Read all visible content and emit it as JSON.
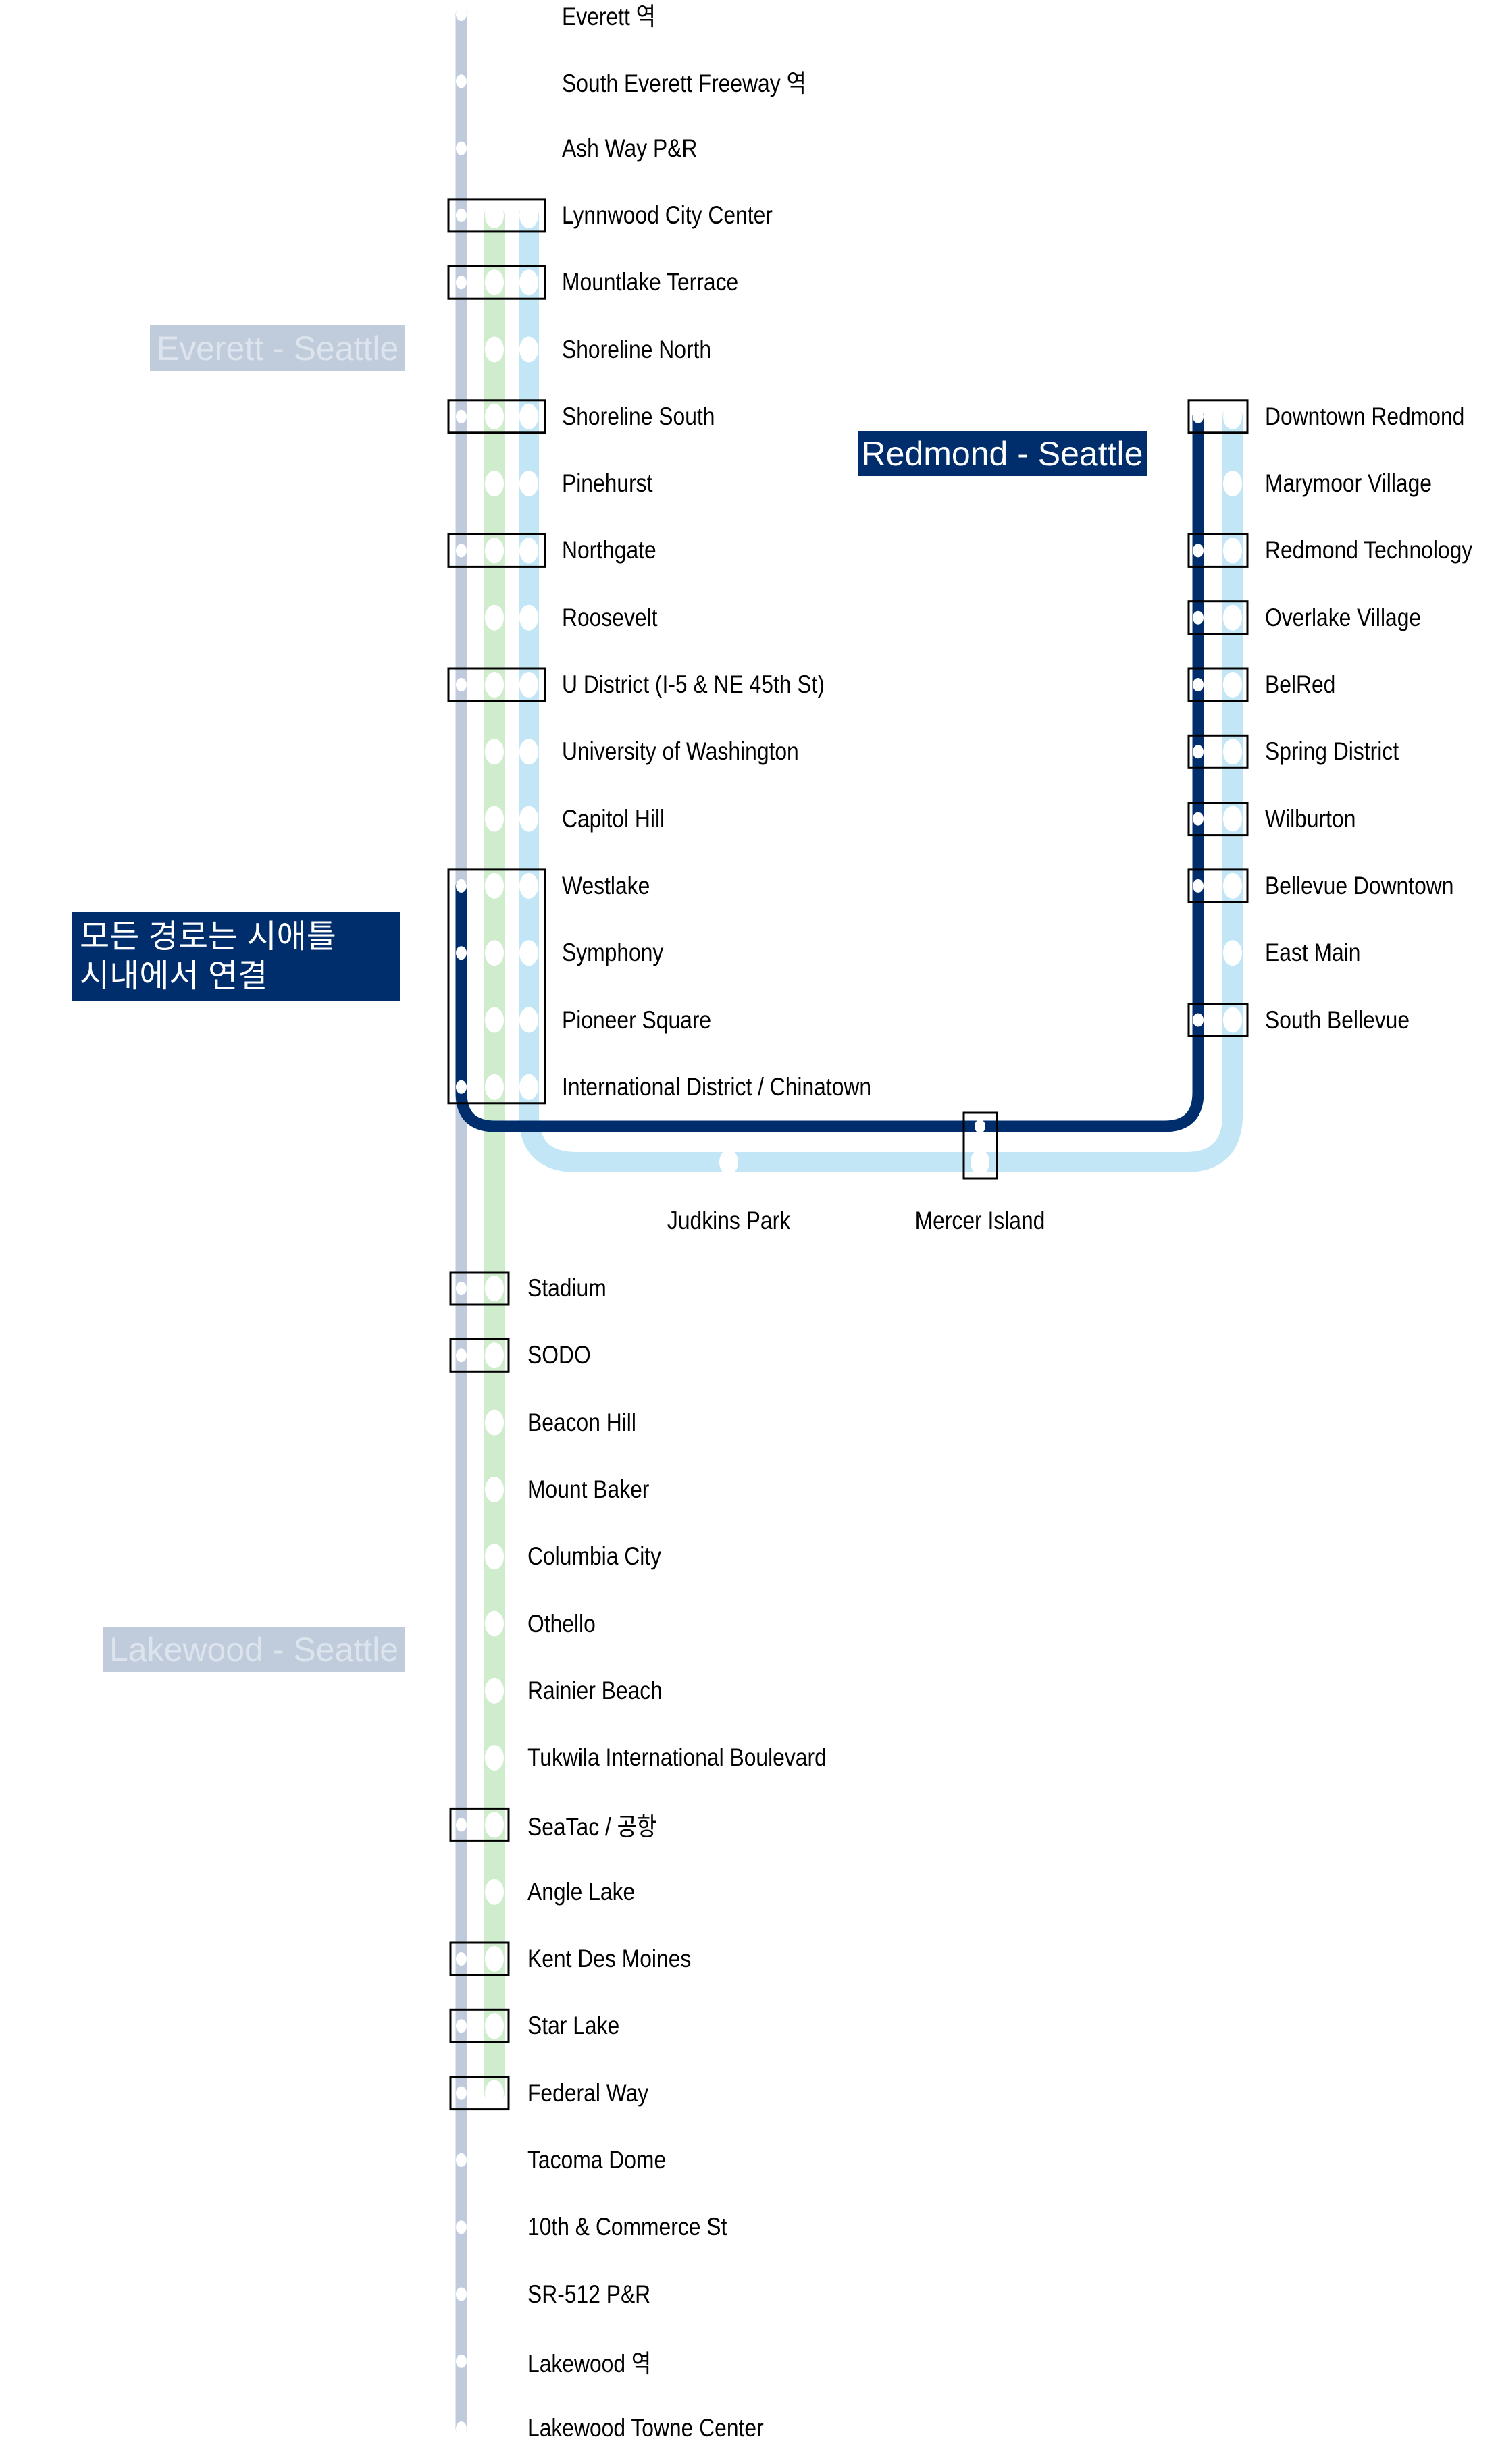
{
  "colors": {
    "everett_lakewood_line": "#bfcbdc",
    "green_line": "#cfeccd",
    "redmond_light_line": "#c2e6f6",
    "redmond_navy_line": "#002d6c",
    "station_dot": "#ffffff",
    "transfer_box": "#000000"
  },
  "route_labels": {
    "everett_seattle": "Everett - Seattle",
    "redmond_seattle": "Redmond - Seattle",
    "lakewood_seattle": "Lakewood - Seattle",
    "downtown_note_line1": "모든 경로는 시애틀",
    "downtown_note_line2": "시내에서 연결"
  },
  "north_stations": [
    {
      "name": "Everett 역",
      "lines": [
        "slate"
      ],
      "transfer": false
    },
    {
      "name": "South Everett Freeway 역",
      "lines": [
        "slate"
      ],
      "transfer": false
    },
    {
      "name": "Ash Way P&R",
      "lines": [
        "slate"
      ],
      "transfer": false
    },
    {
      "name": "Lynnwood City Center",
      "lines": [
        "slate",
        "green",
        "light"
      ],
      "transfer": true
    },
    {
      "name": "Mountlake Terrace",
      "lines": [
        "slate",
        "green",
        "light"
      ],
      "transfer": true
    },
    {
      "name": "Shoreline North",
      "lines": [
        "green",
        "light"
      ],
      "transfer": false
    },
    {
      "name": "Shoreline South",
      "lines": [
        "slate",
        "green",
        "light"
      ],
      "transfer": true
    },
    {
      "name": "Pinehurst",
      "lines": [
        "green",
        "light"
      ],
      "transfer": false
    },
    {
      "name": "Northgate",
      "lines": [
        "slate",
        "green",
        "light"
      ],
      "transfer": true
    },
    {
      "name": "Roosevelt",
      "lines": [
        "green",
        "light"
      ],
      "transfer": false
    },
    {
      "name": "U District (I-5 & NE 45th St)",
      "lines": [
        "slate",
        "green",
        "light"
      ],
      "transfer": true
    },
    {
      "name": "University of Washington",
      "lines": [
        "green",
        "light"
      ],
      "transfer": false
    },
    {
      "name": "Capitol Hill",
      "lines": [
        "green",
        "light"
      ],
      "transfer": false
    },
    {
      "name": "Westlake",
      "lines": [
        "navy",
        "green",
        "light"
      ],
      "transfer": true
    },
    {
      "name": "Symphony",
      "lines": [
        "navy",
        "green",
        "light"
      ],
      "transfer": true
    },
    {
      "name": "Pioneer Square",
      "lines": [
        "green",
        "light"
      ],
      "transfer": true
    },
    {
      "name": "International District / Chinatown",
      "lines": [
        "navy",
        "green",
        "light"
      ],
      "transfer": true
    }
  ],
  "east_stations": [
    {
      "name": "Downtown Redmond",
      "lines": [
        "navy",
        "light"
      ],
      "transfer": true
    },
    {
      "name": "Marymoor Village",
      "lines": [
        "light"
      ],
      "transfer": false
    },
    {
      "name": "Redmond Technology",
      "lines": [
        "navy",
        "light"
      ],
      "transfer": true
    },
    {
      "name": "Overlake Village",
      "lines": [
        "navy",
        "light"
      ],
      "transfer": true
    },
    {
      "name": "BelRed",
      "lines": [
        "navy",
        "light"
      ],
      "transfer": true
    },
    {
      "name": "Spring District",
      "lines": [
        "navy",
        "light"
      ],
      "transfer": true
    },
    {
      "name": "Wilburton",
      "lines": [
        "navy",
        "light"
      ],
      "transfer": true
    },
    {
      "name": "Bellevue Downtown",
      "lines": [
        "navy",
        "light"
      ],
      "transfer": true
    },
    {
      "name": "East Main",
      "lines": [
        "light"
      ],
      "transfer": false
    },
    {
      "name": "South Bellevue",
      "lines": [
        "navy",
        "light"
      ],
      "transfer": true
    }
  ],
  "cross_stations": [
    {
      "name": "Judkins Park",
      "lines": [
        "light"
      ],
      "transfer": false
    },
    {
      "name": "Mercer Island",
      "lines": [
        "navy",
        "light"
      ],
      "transfer": true
    }
  ],
  "south_stations": [
    {
      "name": "Stadium",
      "lines": [
        "slate",
        "green"
      ],
      "transfer": true
    },
    {
      "name": "SODO",
      "lines": [
        "slate",
        "green"
      ],
      "transfer": true
    },
    {
      "name": "Beacon Hill",
      "lines": [
        "green"
      ],
      "transfer": false
    },
    {
      "name": "Mount Baker",
      "lines": [
        "green"
      ],
      "transfer": false
    },
    {
      "name": "Columbia City",
      "lines": [
        "green"
      ],
      "transfer": false
    },
    {
      "name": "Othello",
      "lines": [
        "green"
      ],
      "transfer": false
    },
    {
      "name": "Rainier Beach",
      "lines": [
        "green"
      ],
      "transfer": false
    },
    {
      "name": "Tukwila International Boulevard",
      "lines": [
        "green"
      ],
      "transfer": false
    },
    {
      "name": "SeaTac / 공항",
      "lines": [
        "slate",
        "green"
      ],
      "transfer": true
    },
    {
      "name": "Angle Lake",
      "lines": [
        "green"
      ],
      "transfer": false
    },
    {
      "name": "Kent Des Moines",
      "lines": [
        "slate",
        "green"
      ],
      "transfer": true
    },
    {
      "name": "Star Lake",
      "lines": [
        "slate",
        "green"
      ],
      "transfer": true
    },
    {
      "name": "Federal Way",
      "lines": [
        "slate",
        "green"
      ],
      "transfer": true
    },
    {
      "name": "Tacoma Dome",
      "lines": [
        "slate"
      ],
      "transfer": false
    },
    {
      "name": "10th & Commerce St",
      "lines": [
        "slate"
      ],
      "transfer": false
    },
    {
      "name": "SR-512 P&R",
      "lines": [
        "slate"
      ],
      "transfer": false
    },
    {
      "name": "Lakewood 역",
      "lines": [
        "slate"
      ],
      "transfer": false
    },
    {
      "name": "Lakewood Towne Center",
      "lines": [
        "slate"
      ],
      "transfer": false
    }
  ]
}
